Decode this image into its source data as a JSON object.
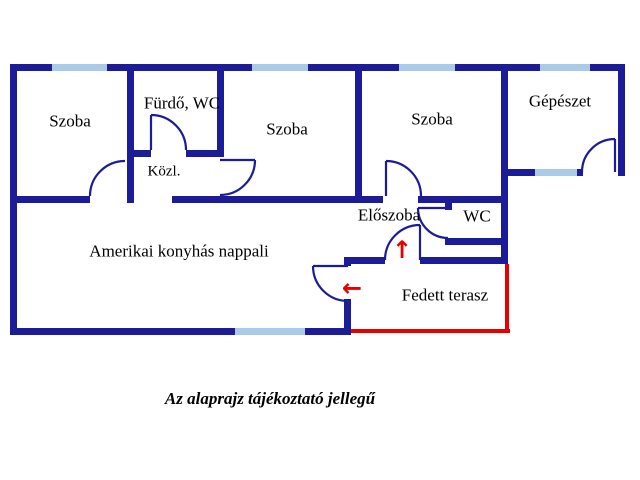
{
  "colors": {
    "wall": "#1c1c99",
    "window": "#a9cbe8",
    "terrace_open_edge": "#e60000",
    "label_text": "#000000"
  },
  "rooms": [
    {
      "id": "szoba-1",
      "label": "Szoba"
    },
    {
      "id": "furdo-wc",
      "label": "Fürdő, WC"
    },
    {
      "id": "szoba-2",
      "label": "Szoba"
    },
    {
      "id": "szoba-3",
      "label": "Szoba"
    },
    {
      "id": "gepeszet",
      "label": "Gépészet"
    },
    {
      "id": "kozl",
      "label": "Közl."
    },
    {
      "id": "eloszoba",
      "label": "Előszoba"
    },
    {
      "id": "wc",
      "label": "WC"
    },
    {
      "id": "nappali",
      "label": "Amerikai konyhás nappali"
    },
    {
      "id": "terasz",
      "label": "Fedett terasz"
    }
  ],
  "arrows": {
    "up": "↑",
    "left": "←"
  },
  "caption": "Az alaprajz tájékoztató jellegű"
}
